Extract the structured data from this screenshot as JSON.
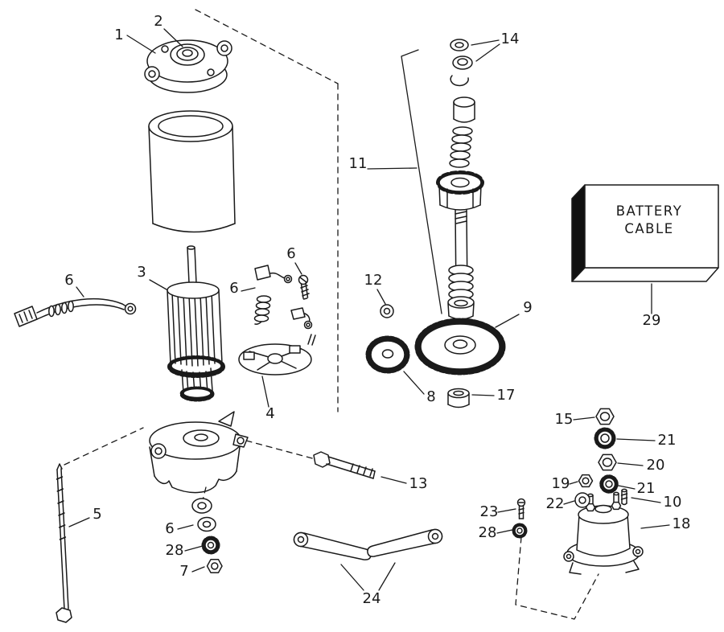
{
  "figure": {
    "description": "Exploded parts diagram of an electric starter motor and solenoid",
    "box": {
      "line1": "BATTERY",
      "line2": "CABLE"
    },
    "colors": {
      "ink": "#1a1a1a",
      "background": "#ffffff",
      "box_side": "#111111"
    }
  },
  "callouts": {
    "p1": "1",
    "p2": "2",
    "p3": "3",
    "p4": "4",
    "p5": "5",
    "p6": "6",
    "p7": "7",
    "p8": "8",
    "p9": "9",
    "p10": "10",
    "p11": "11",
    "p12": "12",
    "p13": "13",
    "p14": "14",
    "p15": "15",
    "p17": "17",
    "p18": "18",
    "p19": "19",
    "p20": "20",
    "p21": "21",
    "p22": "22",
    "p23": "23",
    "p24": "24",
    "p28": "28",
    "p29": "29"
  }
}
